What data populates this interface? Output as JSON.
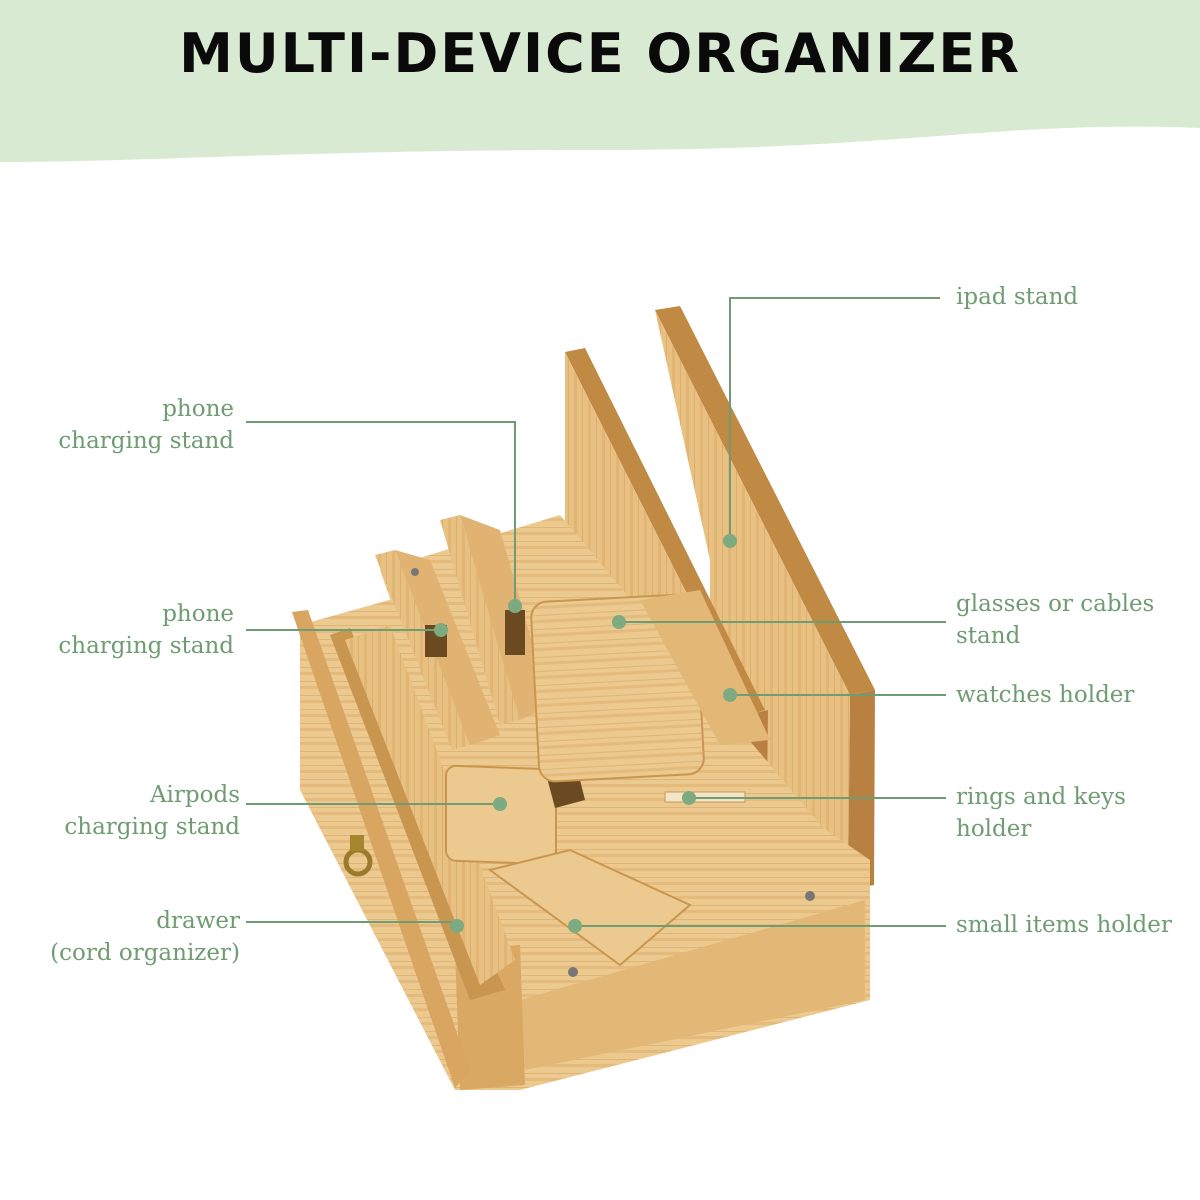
{
  "header": {
    "title": "MULTI-DEVICE ORGANIZER"
  },
  "colors": {
    "banner_green": "#d9ead3",
    "label_green": "#6f9c72",
    "bamboo_light": "#ecc98f",
    "bamboo_mid": "#dcae6b",
    "bamboo_dark": "#c08a45"
  },
  "labels": {
    "ipad_stand": {
      "line1": "ipad stand"
    },
    "phone_stand_1": {
      "line1": "phone",
      "line2": "charging stand"
    },
    "phone_stand_2": {
      "line1": "phone",
      "line2": "charging stand"
    },
    "glasses_stand": {
      "line1": "glasses or cables",
      "line2": "stand"
    },
    "watches_holder": {
      "line1": "watches holder"
    },
    "airpods_stand": {
      "line1": "Airpods",
      "line2": "charging stand"
    },
    "rings_keys": {
      "line1": "rings and keys",
      "line2": "holder"
    },
    "drawer": {
      "line1": "drawer",
      "line2": "(cord organizer)"
    },
    "small_items": {
      "line1": "small items holder"
    }
  }
}
